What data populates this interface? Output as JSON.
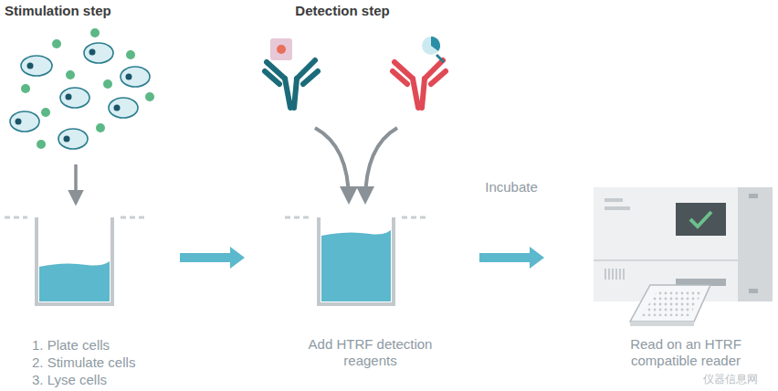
{
  "diagram": {
    "labels": [
      "Stimulation step",
      "Detection step",
      "Incubate",
      "1. Plate cells",
      "2. Stimulate cells",
      "3. Lyse cells",
      "Add HTRF detection reagents",
      "Read on an HTRF compatible reader",
      "仪器信息网"
    ]
  }
}
